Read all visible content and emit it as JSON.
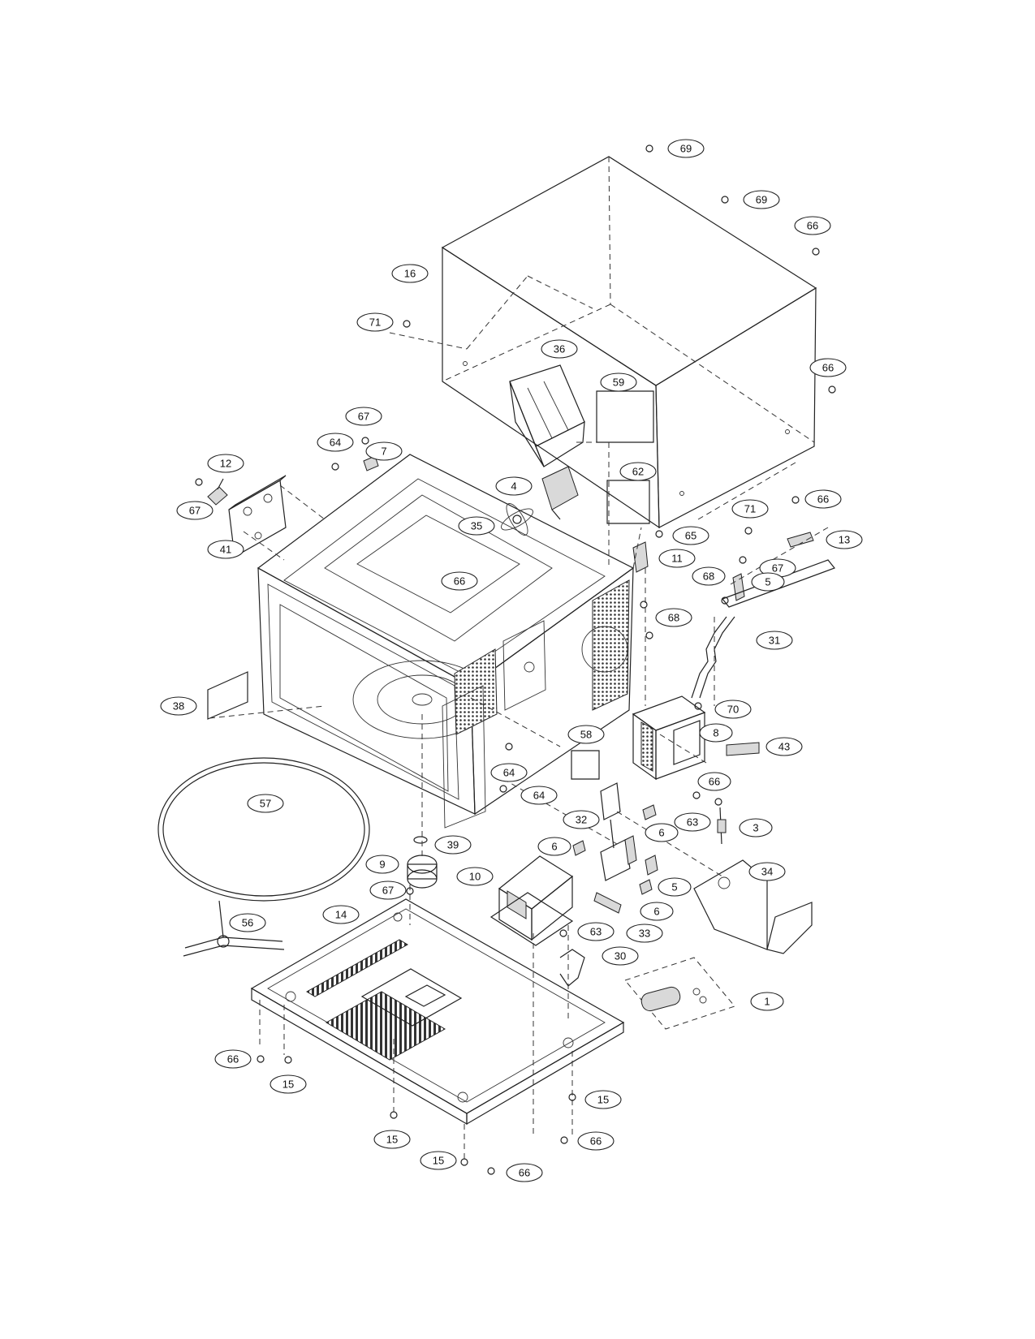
{
  "callouts": [
    {
      "id": "c69a",
      "label": "69"
    },
    {
      "id": "c69b",
      "label": "69"
    },
    {
      "id": "c66a",
      "label": "66"
    },
    {
      "id": "c16",
      "label": "16"
    },
    {
      "id": "c71a",
      "label": "71"
    },
    {
      "id": "c66b",
      "label": "66"
    },
    {
      "id": "c36",
      "label": "36"
    },
    {
      "id": "c59",
      "label": "59"
    },
    {
      "id": "c67a",
      "label": "67"
    },
    {
      "id": "c64a",
      "label": "64"
    },
    {
      "id": "c7",
      "label": "7"
    },
    {
      "id": "c12",
      "label": "12"
    },
    {
      "id": "c67b",
      "label": "67"
    },
    {
      "id": "c41",
      "label": "41"
    },
    {
      "id": "c4",
      "label": "4"
    },
    {
      "id": "c62",
      "label": "62"
    },
    {
      "id": "c35",
      "label": "35"
    },
    {
      "id": "c71b",
      "label": "71"
    },
    {
      "id": "c66c",
      "label": "66"
    },
    {
      "id": "c13",
      "label": "13"
    },
    {
      "id": "c65",
      "label": "65"
    },
    {
      "id": "c11",
      "label": "11"
    },
    {
      "id": "c67c",
      "label": "67"
    },
    {
      "id": "c66d",
      "label": "66"
    },
    {
      "id": "c68a",
      "label": "68"
    },
    {
      "id": "c5a",
      "label": "5"
    },
    {
      "id": "c68b",
      "label": "68"
    },
    {
      "id": "c31",
      "label": "31"
    },
    {
      "id": "c38",
      "label": "38"
    },
    {
      "id": "c70",
      "label": "70"
    },
    {
      "id": "c8",
      "label": "8"
    },
    {
      "id": "c43",
      "label": "43"
    },
    {
      "id": "c58",
      "label": "58"
    },
    {
      "id": "c64b",
      "label": "64"
    },
    {
      "id": "c64c",
      "label": "64"
    },
    {
      "id": "c66e",
      "label": "66"
    },
    {
      "id": "c63a",
      "label": "63"
    },
    {
      "id": "c57",
      "label": "57"
    },
    {
      "id": "c32",
      "label": "32"
    },
    {
      "id": "c6a",
      "label": "6"
    },
    {
      "id": "c3",
      "label": "3"
    },
    {
      "id": "c39",
      "label": "39"
    },
    {
      "id": "c6b",
      "label": "6"
    },
    {
      "id": "c9",
      "label": "9"
    },
    {
      "id": "c10",
      "label": "10"
    },
    {
      "id": "c34",
      "label": "34"
    },
    {
      "id": "c5b",
      "label": "5"
    },
    {
      "id": "c67d",
      "label": "67"
    },
    {
      "id": "c6c",
      "label": "6"
    },
    {
      "id": "c14",
      "label": "14"
    },
    {
      "id": "c33",
      "label": "33"
    },
    {
      "id": "c63b",
      "label": "63"
    },
    {
      "id": "c56",
      "label": "56"
    },
    {
      "id": "c30",
      "label": "30"
    },
    {
      "id": "c1",
      "label": "1"
    },
    {
      "id": "c66f",
      "label": "66"
    },
    {
      "id": "c15a",
      "label": "15"
    },
    {
      "id": "c15b",
      "label": "15"
    },
    {
      "id": "c15c",
      "label": "15"
    },
    {
      "id": "c15d",
      "label": "15"
    },
    {
      "id": "c66g",
      "label": "66"
    },
    {
      "id": "c66h",
      "label": "66"
    }
  ]
}
